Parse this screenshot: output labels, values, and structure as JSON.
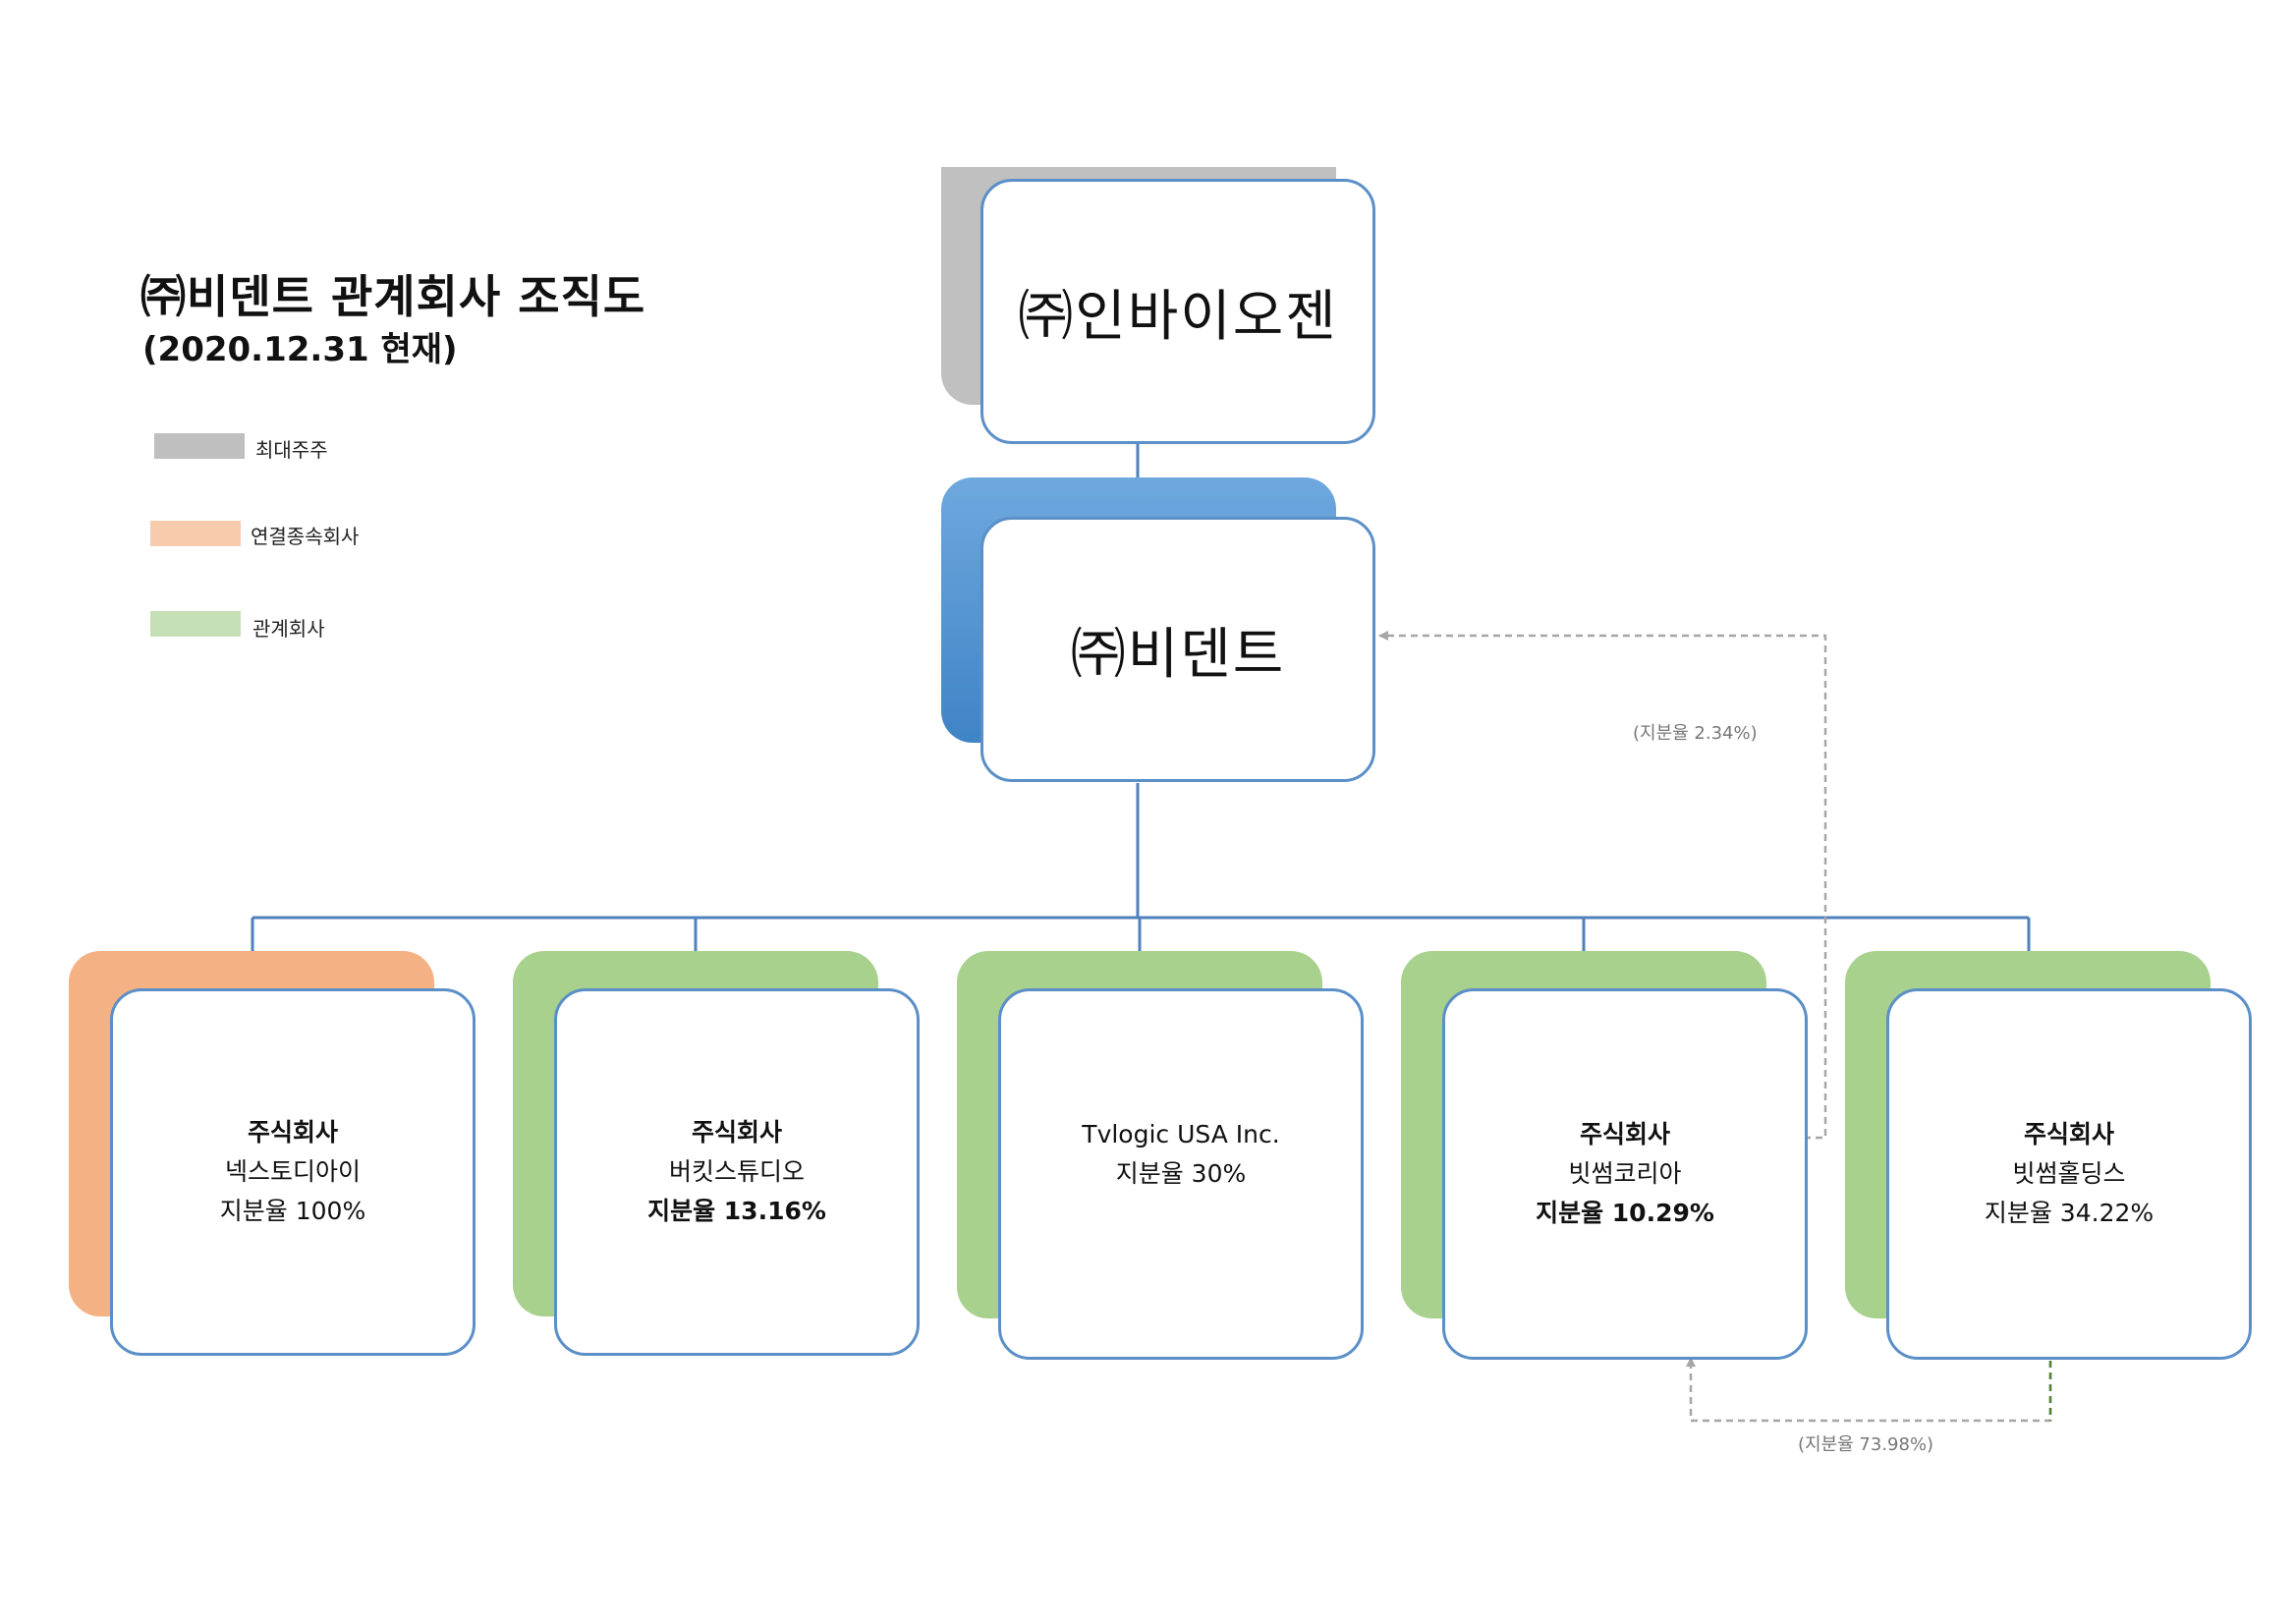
{
  "header": {
    "title": "㈜비덴트 관계회사 조직도",
    "date": "(2020.12.31 현재)"
  },
  "legend": [
    {
      "label": "최대주주",
      "color": "#bfbfbf"
    },
    {
      "label": "연결종속회사",
      "color": "#f8cbad"
    },
    {
      "label": "관계회사",
      "color": "#c5e0b4"
    }
  ],
  "colors": {
    "major_shareholder": "#c0c0c0",
    "company_blue": "#4a8bd0",
    "consolidated": "#f4b183",
    "affiliate": "#a9d18e",
    "border": "#5b8fc7",
    "connector": "#4f81bd",
    "dashed": "#a6a6a6"
  },
  "top_shareholder": {
    "name": "㈜인바이오젠"
  },
  "company": {
    "name": "㈜비덴트"
  },
  "subsidiaries": [
    {
      "line1": "주식회사",
      "line2": "넥스토디아이",
      "line3": "지분율 100%",
      "type": "consolidated"
    },
    {
      "line1": "주식회사",
      "line2": "버킷스튜디오",
      "line3": "지분율 13.16%",
      "type": "affiliate"
    },
    {
      "line1": "Tvlogic USA Inc.",
      "line2": "지분율 30%",
      "line3": "",
      "type": "affiliate"
    },
    {
      "line1": "주식회사",
      "line2": "빗썸코리아",
      "line3": "지분율 10.29%",
      "type": "affiliate"
    },
    {
      "line1": "주식회사",
      "line2": "빗썸홀딩스",
      "line3": "지분율 34.22%",
      "type": "affiliate"
    }
  ],
  "cross_holdings": [
    {
      "label": "(지분율 2.34%)"
    },
    {
      "label": "(지분율 73.98%)"
    }
  ]
}
